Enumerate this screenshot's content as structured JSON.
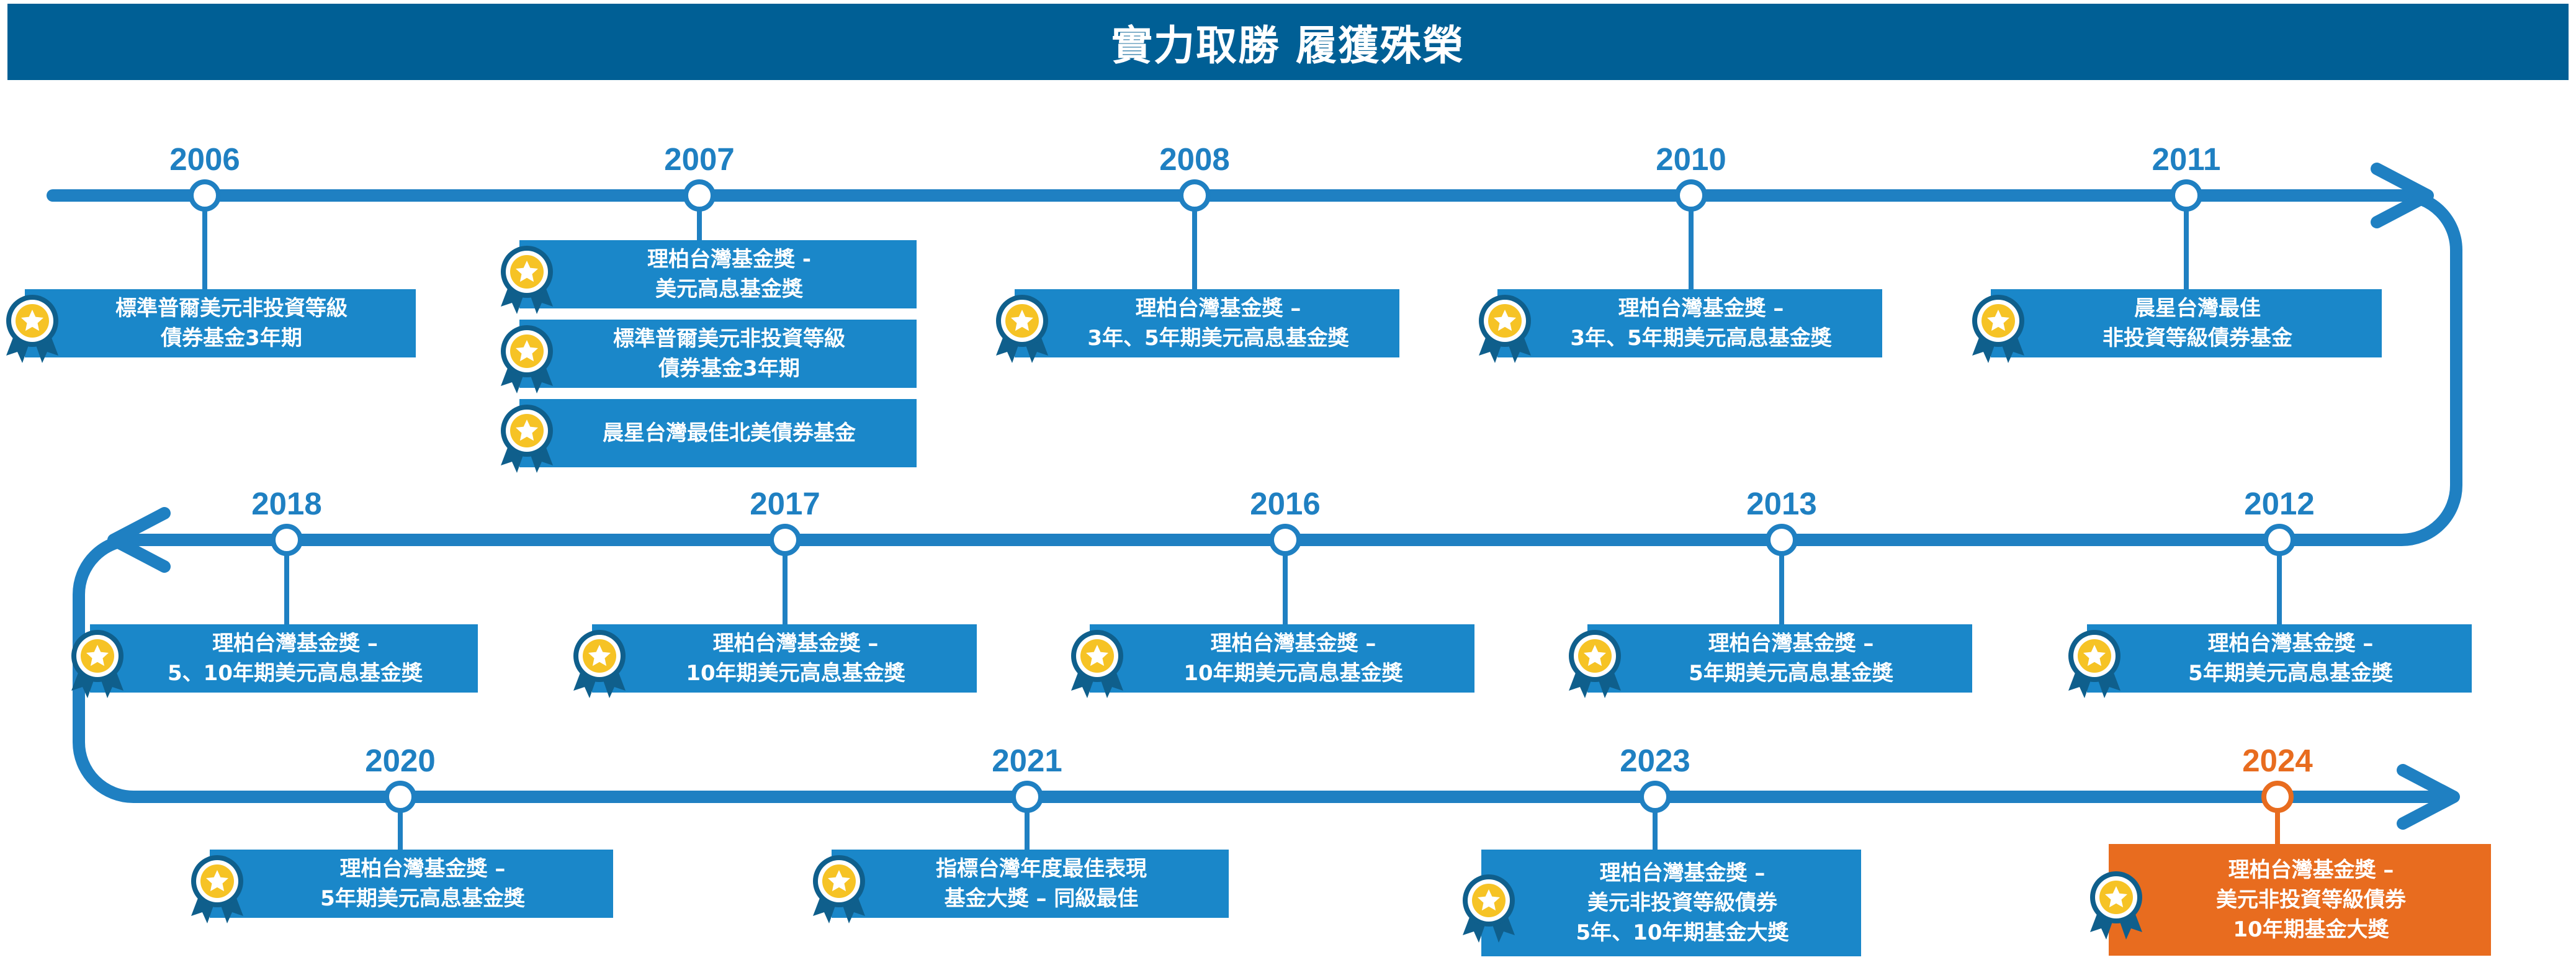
{
  "header": {
    "title": "實力取勝 履獲殊榮"
  },
  "colors": {
    "header_bg": "#005f95",
    "line": "#1f80c2",
    "box": "#1a87c9",
    "highlight": "#e86c1f",
    "medal_gold": "#f6c325"
  },
  "milestones": [
    {
      "year": "2006",
      "awards": [
        "標準普爾美元非投資等級\n債券基金3年期"
      ]
    },
    {
      "year": "2007",
      "awards": [
        "理柏台灣基金獎 -\n美元高息基金獎",
        "標準普爾美元非投資等級\n債券基金3年期",
        "晨星台灣最佳北美債券基金"
      ]
    },
    {
      "year": "2008",
      "awards": [
        "理柏台灣基金獎 –\n3年、5年期美元高息基金獎"
      ]
    },
    {
      "year": "2010",
      "awards": [
        "理柏台灣基金獎 –\n3年、5年期美元高息基金獎"
      ]
    },
    {
      "year": "2011",
      "awards": [
        "晨星台灣最佳\n非投資等級債券基金"
      ]
    },
    {
      "year": "2012",
      "awards": [
        "理柏台灣基金獎 –\n5年期美元高息基金獎"
      ]
    },
    {
      "year": "2013",
      "awards": [
        "理柏台灣基金獎 –\n5年期美元高息基金獎"
      ]
    },
    {
      "year": "2016",
      "awards": [
        "理柏台灣基金獎 –\n10年期美元高息基金獎"
      ]
    },
    {
      "year": "2017",
      "awards": [
        "理柏台灣基金獎 –\n10年期美元高息基金獎"
      ]
    },
    {
      "year": "2018",
      "awards": [
        "理柏台灣基金獎 –\n5、10年期美元高息基金獎"
      ]
    },
    {
      "year": "2020",
      "awards": [
        "理柏台灣基金獎 –\n5年期美元高息基金獎"
      ]
    },
    {
      "year": "2021",
      "awards": [
        "指標台灣年度最佳表現\n基金大獎 – 同級最佳"
      ]
    },
    {
      "year": "2023",
      "awards": [
        "理柏台灣基金獎 –\n美元非投資等級債券\n5年、10年期基金大獎"
      ]
    },
    {
      "year": "2024",
      "highlight": true,
      "awards": [
        "理柏台灣基金獎 –\n美元非投資等級債券\n10年期基金大獎"
      ]
    }
  ]
}
